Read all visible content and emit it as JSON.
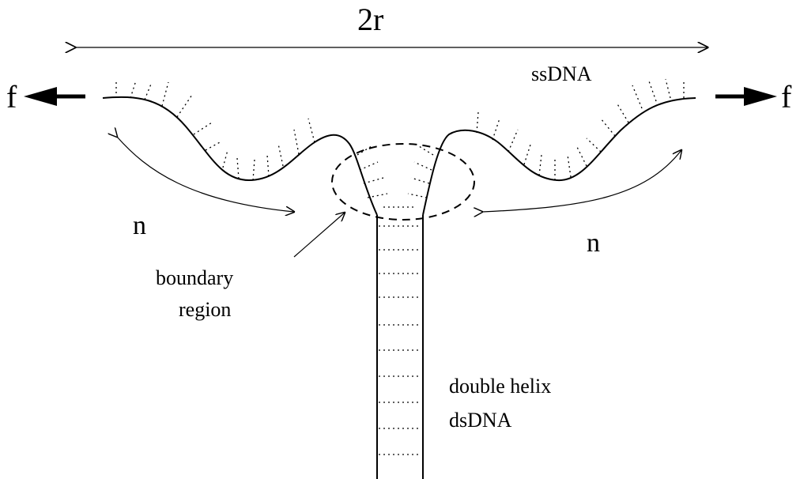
{
  "labels": {
    "width": "2r",
    "force_left": "f",
    "force_right": "f",
    "ssdna": "ssDNA",
    "n_left": "n",
    "n_right": "n",
    "boundary_line1": "boundary",
    "boundary_line2": "region",
    "helix_line1": "double helix",
    "helix_line2": "dsDNA"
  },
  "colors": {
    "ink": "#000000",
    "background": "#ffffff"
  }
}
